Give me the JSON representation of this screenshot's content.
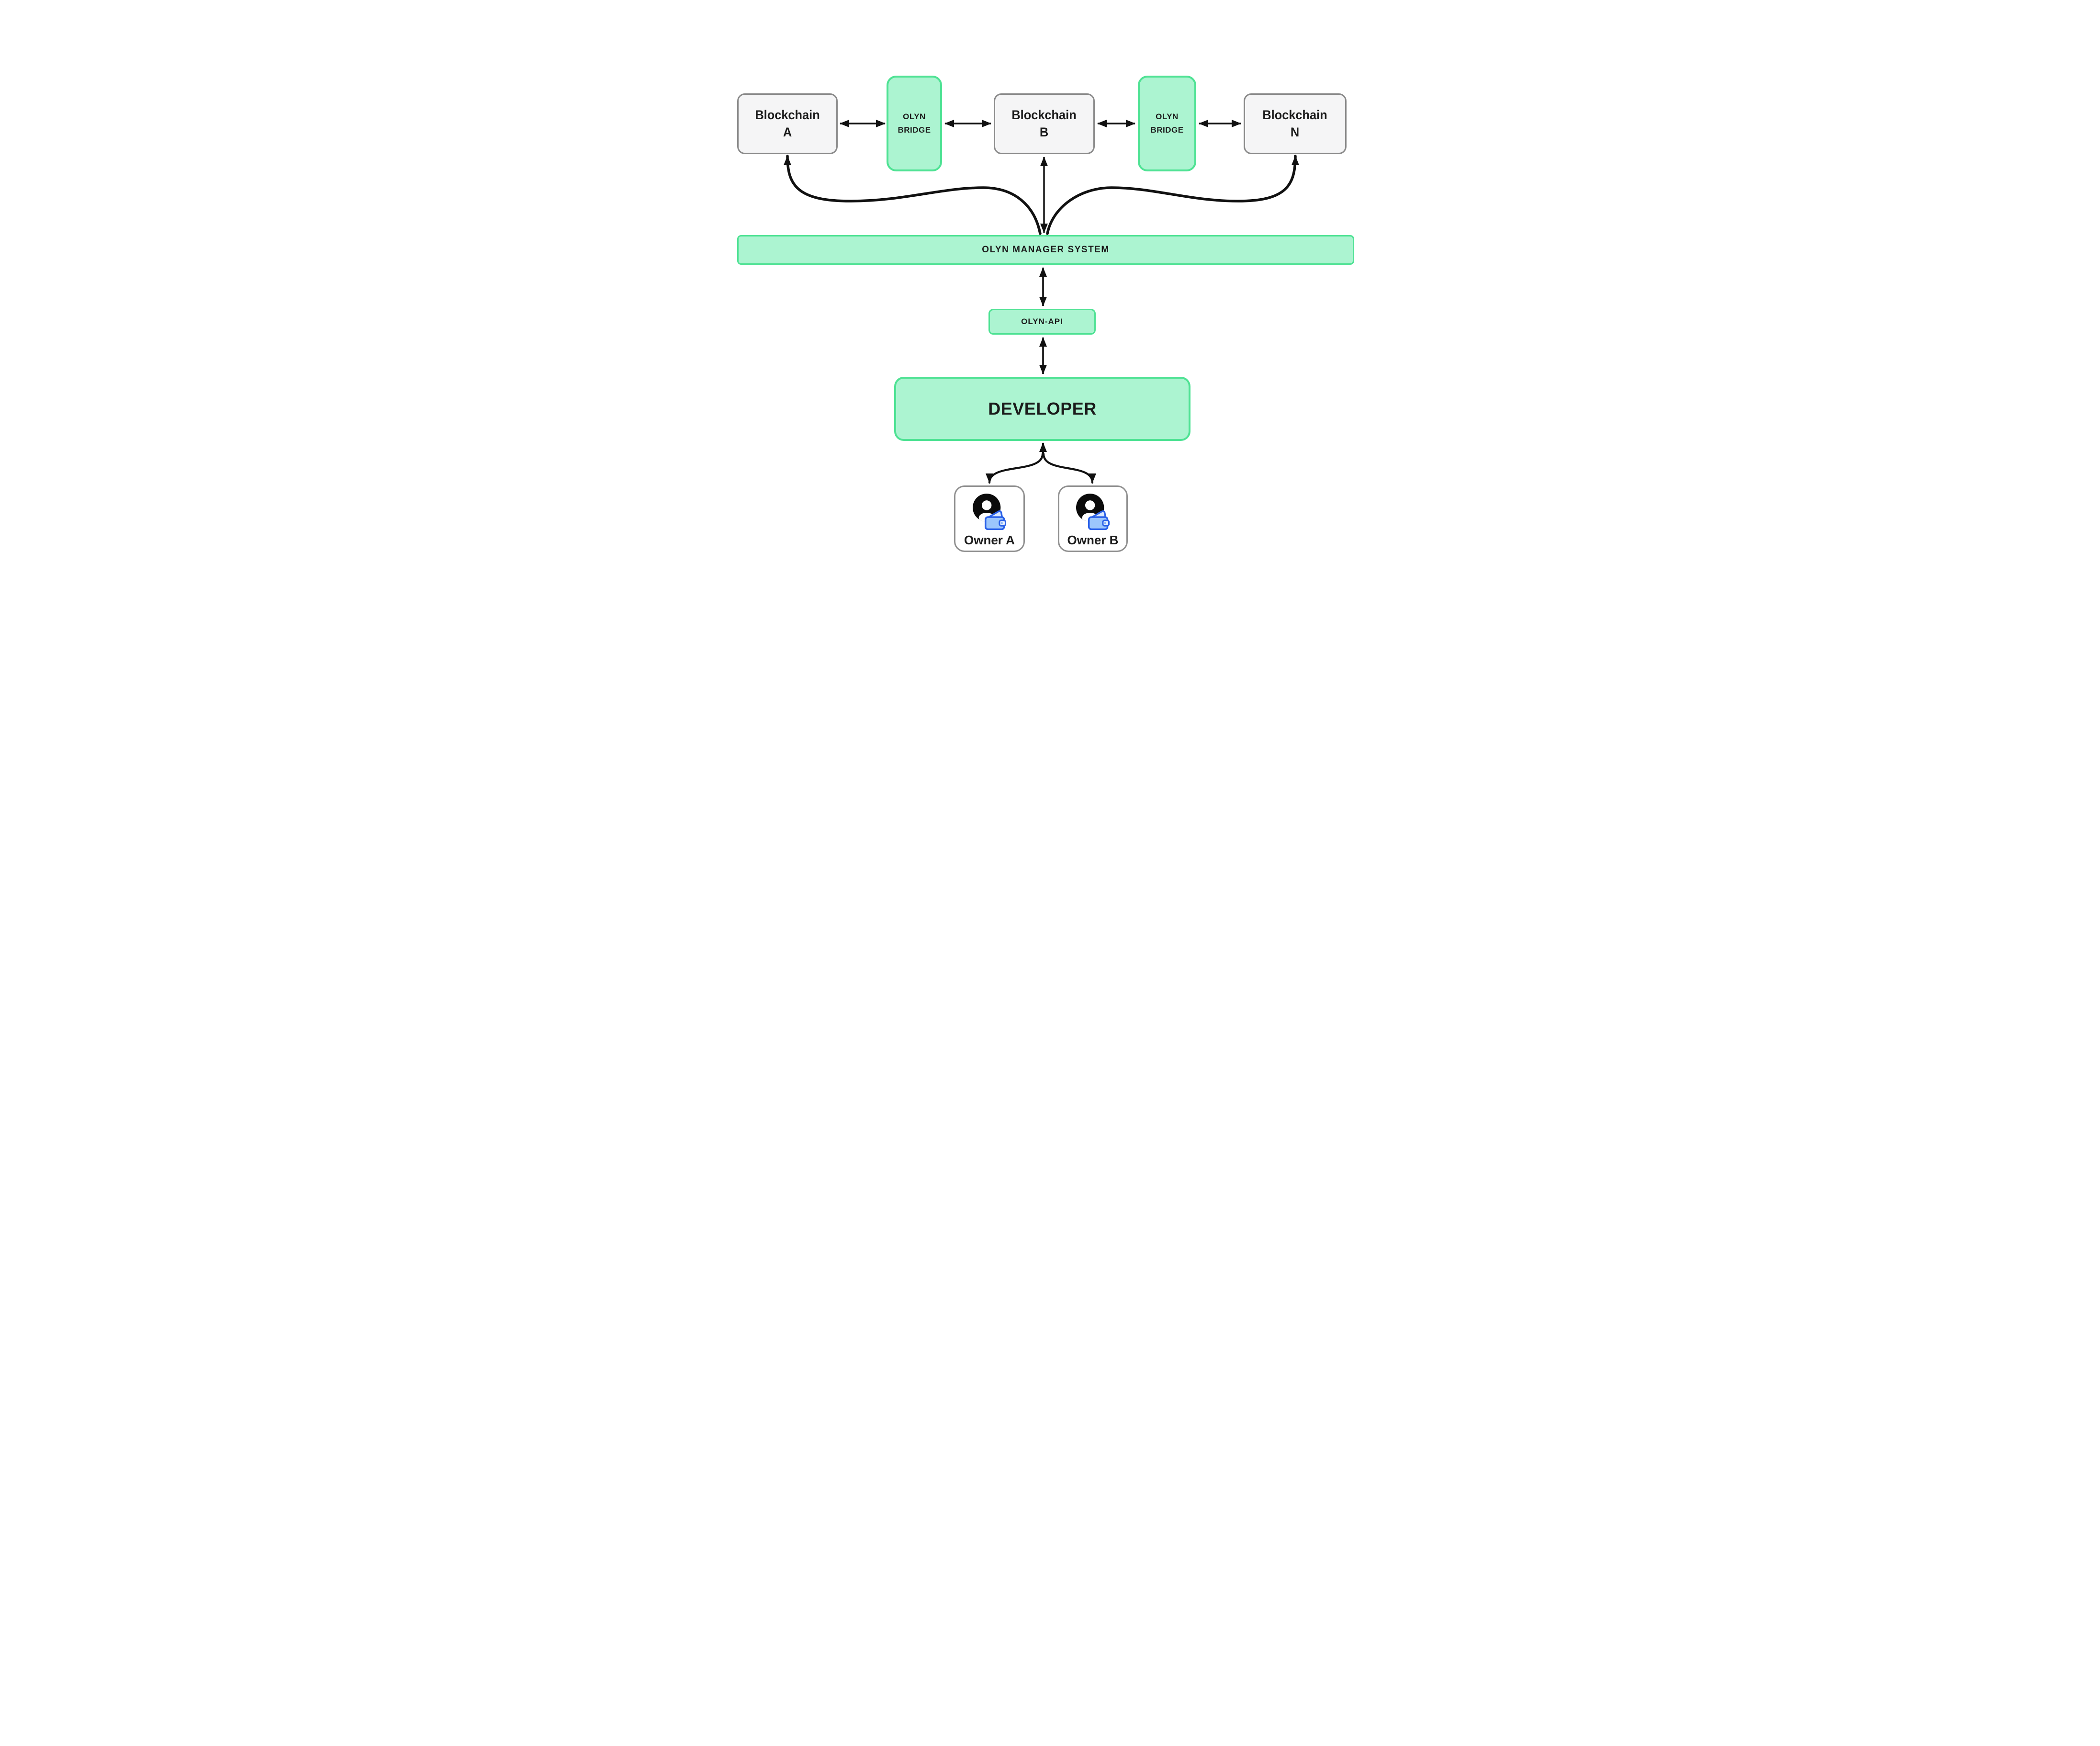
{
  "nodes": {
    "blockchain_a": {
      "line1": "Blockchain",
      "line2": "A"
    },
    "bridge_1": {
      "line1": "OLYN",
      "line2": "BRIDGE"
    },
    "blockchain_b": {
      "line1": "Blockchain",
      "line2": "B"
    },
    "bridge_2": {
      "line1": "OLYN",
      "line2": "BRIDGE"
    },
    "blockchain_n": {
      "line1": "Blockchain",
      "line2": "N"
    },
    "manager": {
      "label": "OLYN MANAGER SYSTEM"
    },
    "api": {
      "label": "OLYN-API"
    },
    "developer": {
      "label": "DEVELOPER"
    },
    "owner_a": {
      "label": "Owner A"
    },
    "owner_b": {
      "label": "Owner B"
    }
  },
  "edges": [
    {
      "from": "blockchain_a",
      "to": "bridge_1",
      "bidirectional": true,
      "style": "straight-horizontal"
    },
    {
      "from": "bridge_1",
      "to": "blockchain_b",
      "bidirectional": true,
      "style": "straight-horizontal"
    },
    {
      "from": "blockchain_b",
      "to": "bridge_2",
      "bidirectional": true,
      "style": "straight-horizontal"
    },
    {
      "from": "bridge_2",
      "to": "blockchain_n",
      "bidirectional": true,
      "style": "straight-horizontal"
    },
    {
      "from": "manager",
      "to": "blockchain_a",
      "bidirectional": false,
      "style": "curve"
    },
    {
      "from": "manager",
      "to": "blockchain_n",
      "bidirectional": false,
      "style": "curve"
    },
    {
      "from": "blockchain_b",
      "to": "manager",
      "bidirectional": true,
      "style": "straight-vertical"
    },
    {
      "from": "manager",
      "to": "api",
      "bidirectional": true,
      "style": "straight-vertical"
    },
    {
      "from": "api",
      "to": "developer",
      "bidirectional": true,
      "style": "straight-vertical"
    },
    {
      "from": "owner_a",
      "to": "developer",
      "bidirectional": false,
      "style": "curve-branch"
    },
    {
      "from": "developer",
      "to": "owner_a",
      "bidirectional": false,
      "style": "curve-branch"
    },
    {
      "from": "developer",
      "to": "owner_b",
      "bidirectional": false,
      "style": "curve-branch"
    }
  ],
  "icons": {
    "owner_a": "user-wallet-icon",
    "owner_b": "user-wallet-icon"
  },
  "colors": {
    "background": "#ffffff",
    "green_fill": "#acf4d1",
    "green_border": "#4fe294",
    "gray_node_fill": "#f5f5f6",
    "gray_node_border": "#8a8a8a",
    "owner_box_border": "#909090",
    "arrow": "#111111",
    "text": "#1b1b1b",
    "avatar_black": "#0b0b0b",
    "wallet_outline": "#2a61e8",
    "wallet_body": "#9cc6fc",
    "wallet_flap": "#d8e7fd",
    "wallet_clasp": "#e8f1fe",
    "wallet_dot": "#8ab5f9"
  }
}
